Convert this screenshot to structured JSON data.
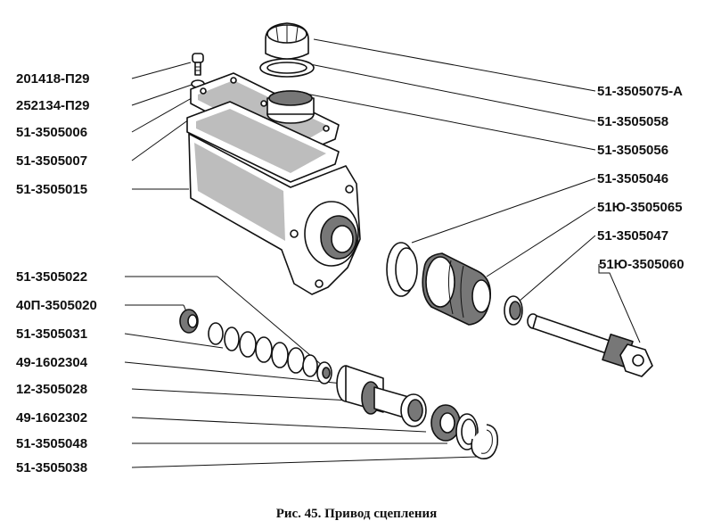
{
  "labels_left": {
    "bolt": "201418-П29",
    "washer": "252134-П29",
    "cover": "51-3505006",
    "gasket": "51-3505007",
    "housing": "51-3505015",
    "spring": "51-3505022",
    "valve": "40П-3505020",
    "piston": "51-3505031",
    "cup_seal": "49-1602304",
    "pushrod_stop": "12-3505028",
    "ring": "49-1602302",
    "stop_washer": "51-3505048",
    "circlip": "51-3505038"
  },
  "labels_right": {
    "filler_cap": "51-3505075-А",
    "cap_gasket": "51-3505058",
    "filter": "51-3505056",
    "clamp": "51-3505046",
    "boot": "51Ю-3505065",
    "pushrod_ring": "51-3505047",
    "pushrod": "51Ю-3505060"
  },
  "caption": "Рис. 45. Привод сцепления"
}
